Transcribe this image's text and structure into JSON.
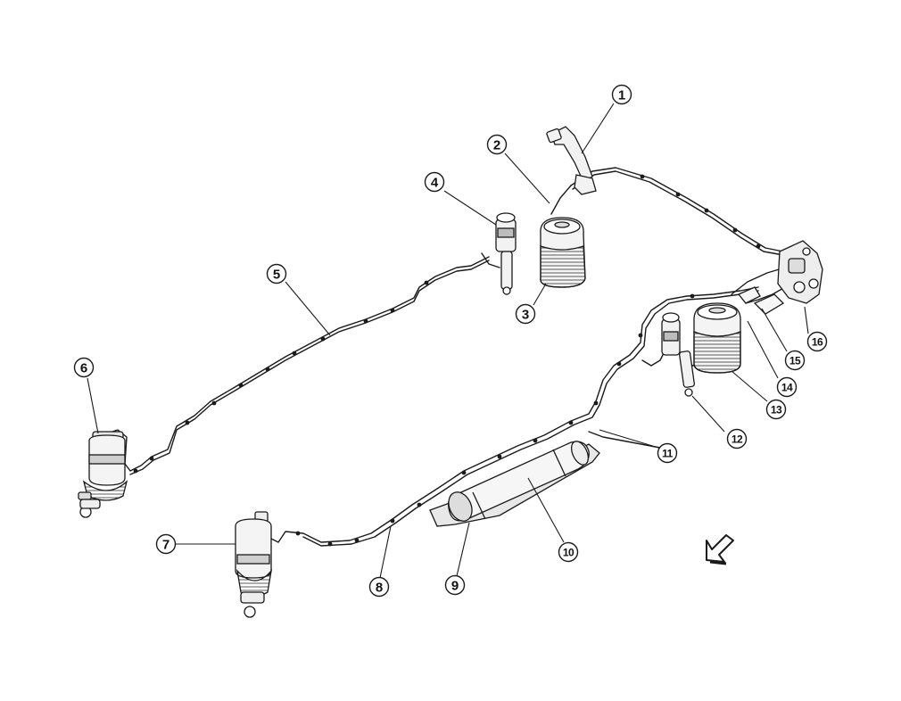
{
  "diagram": {
    "background": "#ffffff",
    "line_color": "#1a1a1a",
    "part_fill": "#f2f2f2",
    "shade_fill": "#bdbdbd",
    "callouts": [
      {
        "id": "c1",
        "label": "1"
      },
      {
        "id": "c2",
        "label": "2"
      },
      {
        "id": "c3",
        "label": "3"
      },
      {
        "id": "c4",
        "label": "4"
      },
      {
        "id": "c5",
        "label": "5"
      },
      {
        "id": "c6",
        "label": "6"
      },
      {
        "id": "c7",
        "label": "7"
      },
      {
        "id": "c8",
        "label": "8"
      },
      {
        "id": "c9",
        "label": "9"
      },
      {
        "id": "c10",
        "label": "10"
      },
      {
        "id": "c11",
        "label": "11"
      },
      {
        "id": "c12",
        "label": "12"
      },
      {
        "id": "c13",
        "label": "13"
      },
      {
        "id": "c14",
        "label": "14"
      },
      {
        "id": "c15",
        "label": "15"
      },
      {
        "id": "c16",
        "label": "16"
      }
    ],
    "direction_icon": "arrow-down-left-icon"
  }
}
